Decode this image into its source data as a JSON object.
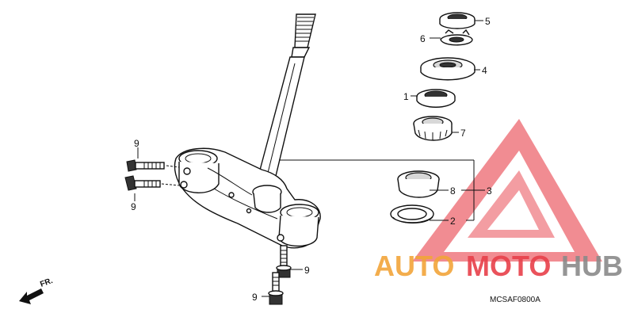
{
  "callouts": {
    "c1": "1",
    "c2": "2",
    "c3": "3",
    "c4": "4",
    "c5": "5",
    "c6": "6",
    "c7": "7",
    "c8": "8",
    "c9a": "9",
    "c9b": "9",
    "c9c": "9",
    "c9d": "9"
  },
  "front_marker": "FR.",
  "diagram_code": "MCSAF0800A",
  "watermark": {
    "auto": "AUTO",
    "moto": "MOTO",
    "hub": "HUB",
    "colors": {
      "orange": "#f2a53a",
      "red": "#e8404a",
      "gray": "#8a8a8a"
    }
  }
}
